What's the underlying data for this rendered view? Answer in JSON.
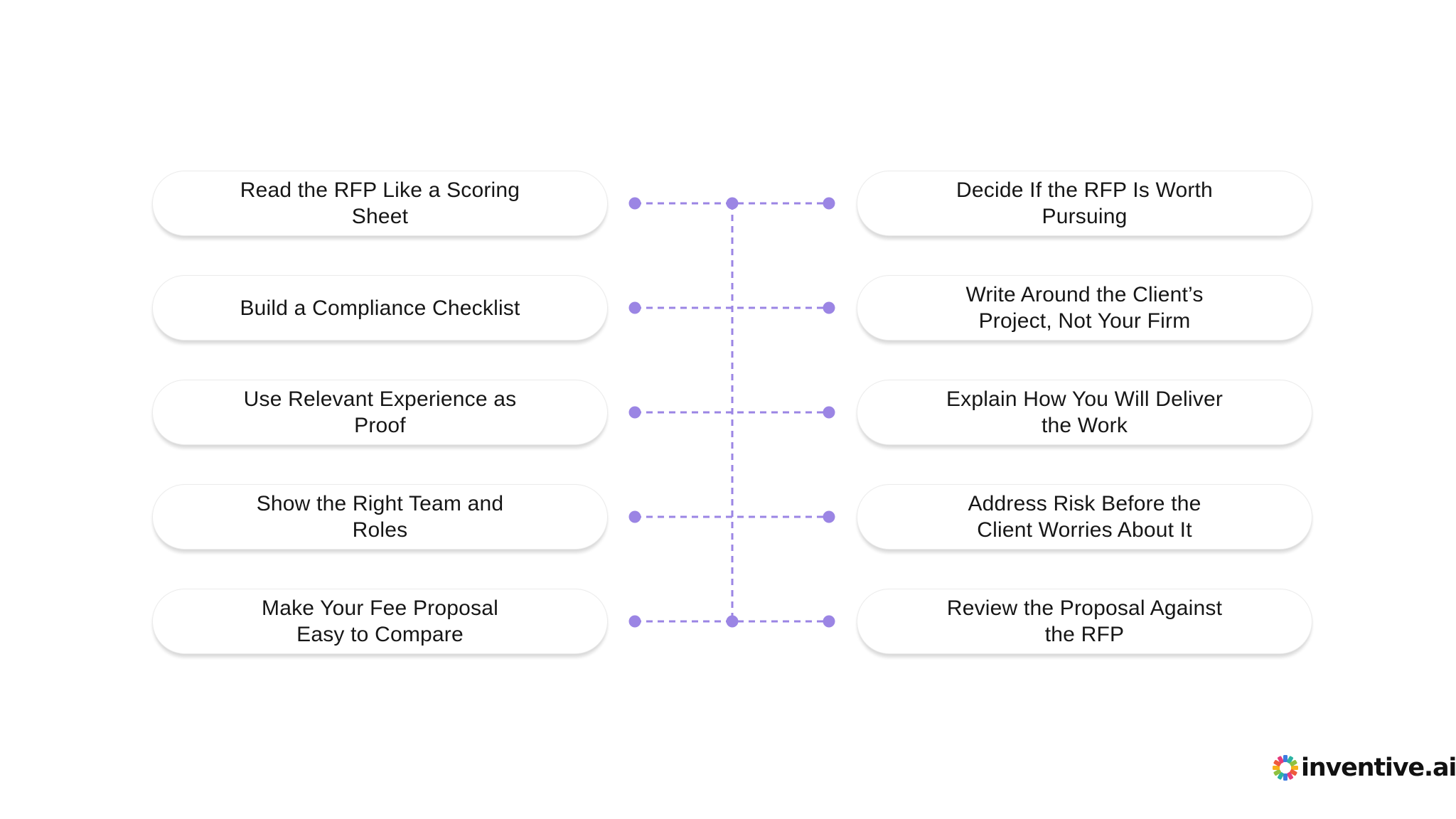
{
  "left_cards": [
    "Read the RFP Like a Scoring Sheet",
    "Build a Compliance Checklist",
    "Use Relevant Experience as Proof",
    "Show the Right Team and Roles",
    "Make Your Fee Proposal Easy to Compare"
  ],
  "right_cards": [
    "Decide If the RFP Is Worth Pursuing",
    "Write Around the Client’s Project, Not Your Firm",
    "Explain How You Will Deliver the Work",
    "Address Risk Before the Client Worries About It",
    "Review the Proposal Against the RFP"
  ],
  "connector_color": "#9b85e4",
  "logo": {
    "text": "inventive.ai",
    "icon": "colorful-pinwheel-icon",
    "mark_colors": [
      "#f6b21b",
      "#ef5a3c",
      "#e63b7a",
      "#3d7be0",
      "#2bb3a3",
      "#8fc13f"
    ]
  }
}
